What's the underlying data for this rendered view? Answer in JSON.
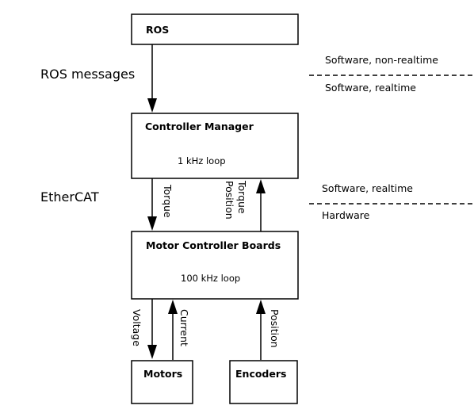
{
  "boxes": {
    "ros": {
      "title": "ROS"
    },
    "controller_manager": {
      "title": "Controller Manager",
      "subtitle": "1 kHz loop"
    },
    "motor_controller_boards": {
      "title": "Motor Controller Boards",
      "subtitle": "100 kHz loop"
    },
    "motors": {
      "title": "Motors"
    },
    "encoders": {
      "title": "Encoders"
    }
  },
  "side_labels": {
    "ros_messages": "ROS messages",
    "ethercat": "EtherCAT"
  },
  "zone_labels": {
    "software_nonrealtime": "Software, non-realtime",
    "software_realtime_upper": "Software, realtime",
    "software_realtime_lower": "Software, realtime",
    "hardware": "Hardware"
  },
  "arrow_labels": {
    "torque_down": "Torque",
    "torque_position_up_line1": "Torque",
    "torque_position_up_line2": "Position",
    "voltage": "Voltage",
    "current": "Current",
    "position": "Position"
  }
}
